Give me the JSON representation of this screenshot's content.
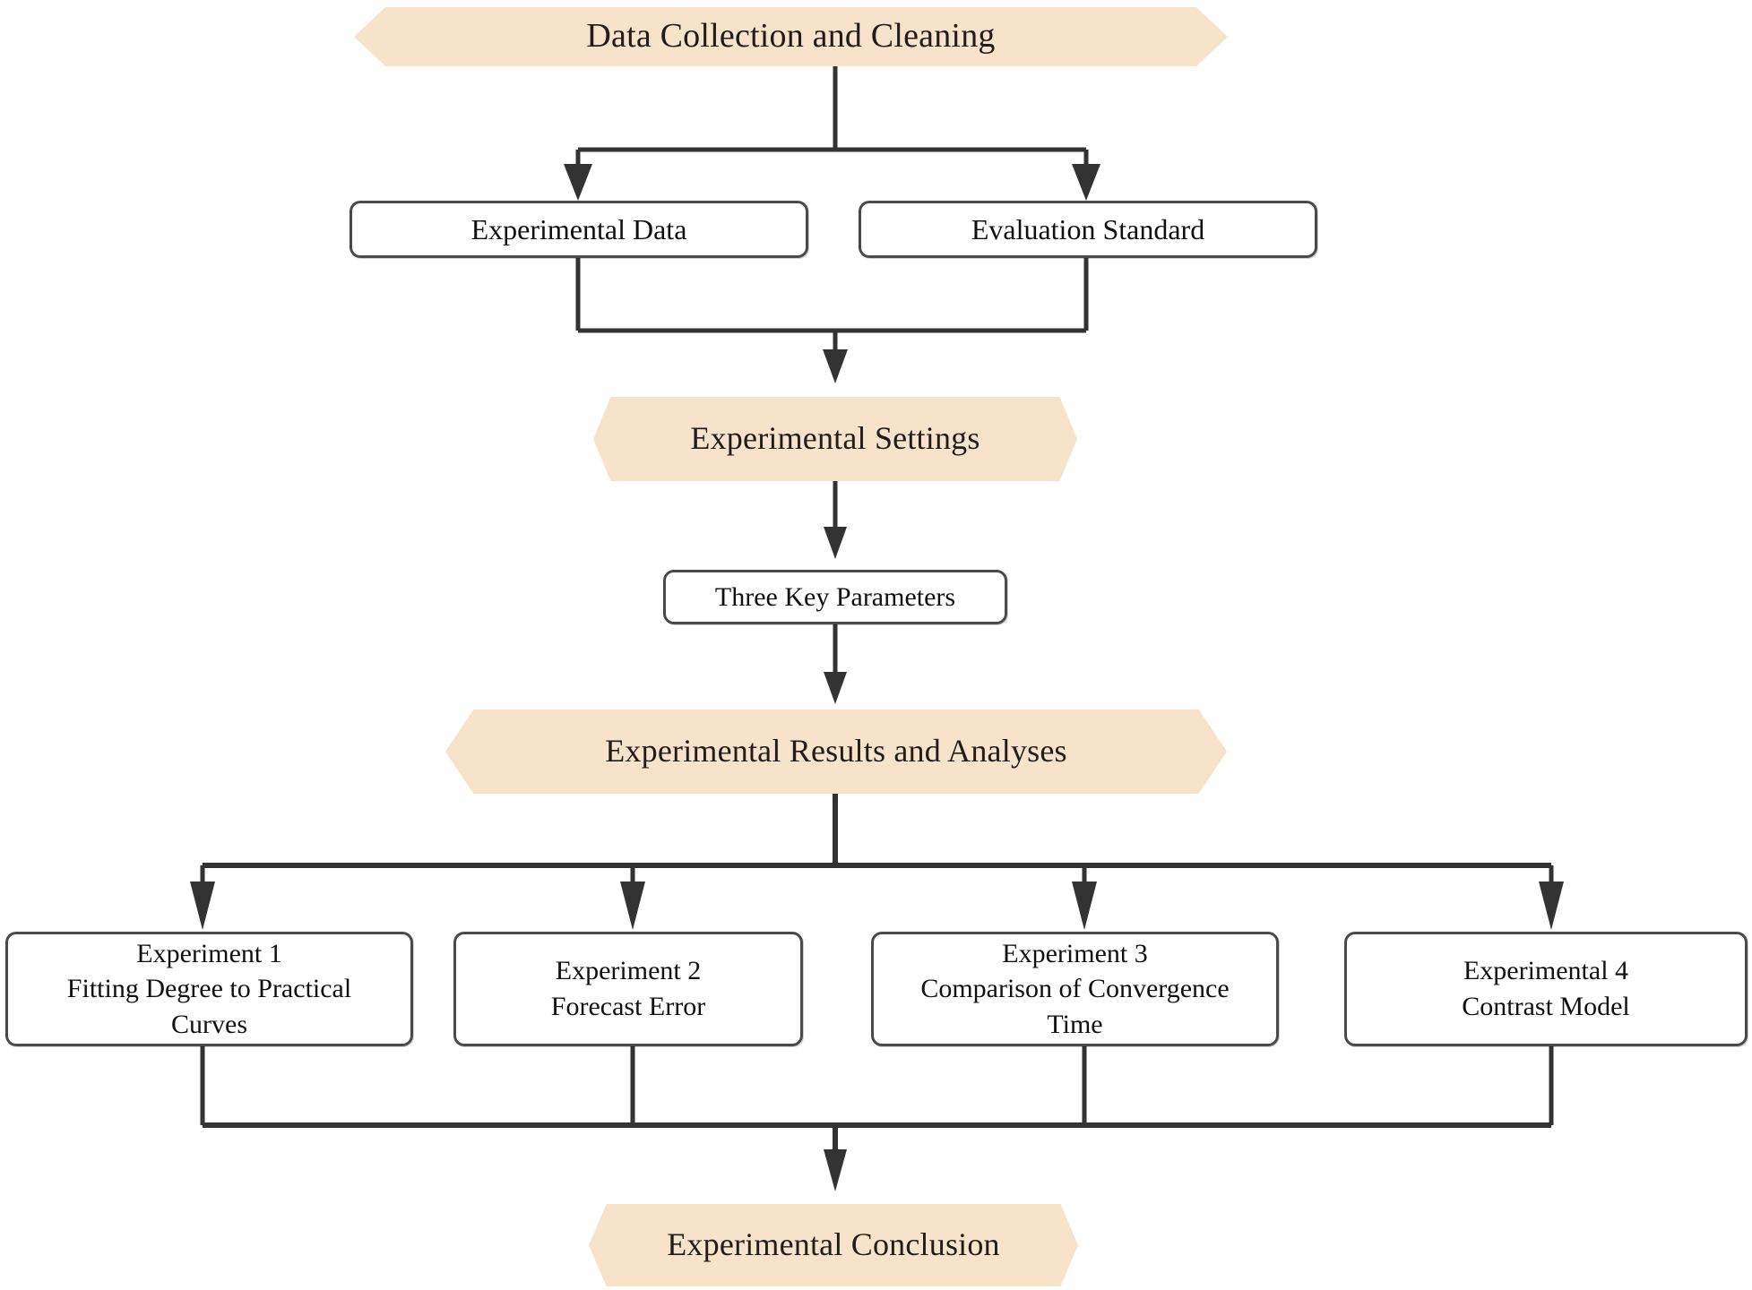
{
  "diagram": {
    "title": "Experimental workflow flowchart",
    "palette": {
      "banner_fill": "#F7E2CA",
      "box_border": "#4A4A4A",
      "box_fill": "#FFFFFF",
      "edge_color": "#333333",
      "text_color": "#211D1A",
      "background": "#FFFFFF"
    },
    "nodes": {
      "data_collection": {
        "label": "Data Collection and Cleaning",
        "shape": "hexagon-banner"
      },
      "experimental_data": {
        "label": "Experimental Data",
        "shape": "rounded-rect"
      },
      "evaluation_standard": {
        "label": "Evaluation Standard",
        "shape": "rounded-rect"
      },
      "experimental_settings": {
        "label": "Experimental Settings",
        "shape": "hexagon-banner"
      },
      "three_key_parameters": {
        "label": "Three Key Parameters",
        "shape": "rounded-rect"
      },
      "results_analyses": {
        "label": "Experimental Results and Analyses",
        "shape": "hexagon-banner"
      },
      "experiment_1": {
        "line1": "Experiment 1",
        "line2": "Fitting Degree to Practical",
        "line3": "Curves",
        "shape": "rounded-rect"
      },
      "experiment_2": {
        "line1": "Experiment 2",
        "line2": "Forecast Error",
        "line3": "",
        "shape": "rounded-rect"
      },
      "experiment_3": {
        "line1": "Experiment 3",
        "line2": "Comparison of Convergence",
        "line3": "Time",
        "shape": "rounded-rect"
      },
      "experiment_4": {
        "line1": "Experimental 4",
        "line2": "Contrast Model",
        "line3": "",
        "shape": "rounded-rect"
      },
      "conclusion": {
        "label": "Experimental Conclusion",
        "shape": "hexagon-banner"
      }
    },
    "edges": [
      {
        "from": "data_collection",
        "to": "experimental_data",
        "style": "elbow-split-arrow"
      },
      {
        "from": "data_collection",
        "to": "evaluation_standard",
        "style": "elbow-split-arrow"
      },
      {
        "from": "experimental_data",
        "to": "experimental_settings",
        "style": "elbow-merge-arrow"
      },
      {
        "from": "evaluation_standard",
        "to": "experimental_settings",
        "style": "elbow-merge-arrow"
      },
      {
        "from": "experimental_settings",
        "to": "three_key_parameters",
        "style": "straight-arrow"
      },
      {
        "from": "three_key_parameters",
        "to": "results_analyses",
        "style": "straight-arrow"
      },
      {
        "from": "results_analyses",
        "to": "experiment_1",
        "style": "elbow-split-arrow"
      },
      {
        "from": "results_analyses",
        "to": "experiment_2",
        "style": "elbow-split-arrow"
      },
      {
        "from": "results_analyses",
        "to": "experiment_3",
        "style": "elbow-split-arrow"
      },
      {
        "from": "results_analyses",
        "to": "experiment_4",
        "style": "elbow-split-arrow"
      },
      {
        "from": "experiment_1",
        "to": "conclusion",
        "style": "elbow-merge-arrow"
      },
      {
        "from": "experiment_2",
        "to": "conclusion",
        "style": "elbow-merge-arrow"
      },
      {
        "from": "experiment_3",
        "to": "conclusion",
        "style": "elbow-merge-arrow"
      },
      {
        "from": "experiment_4",
        "to": "conclusion",
        "style": "elbow-merge-arrow"
      }
    ]
  }
}
